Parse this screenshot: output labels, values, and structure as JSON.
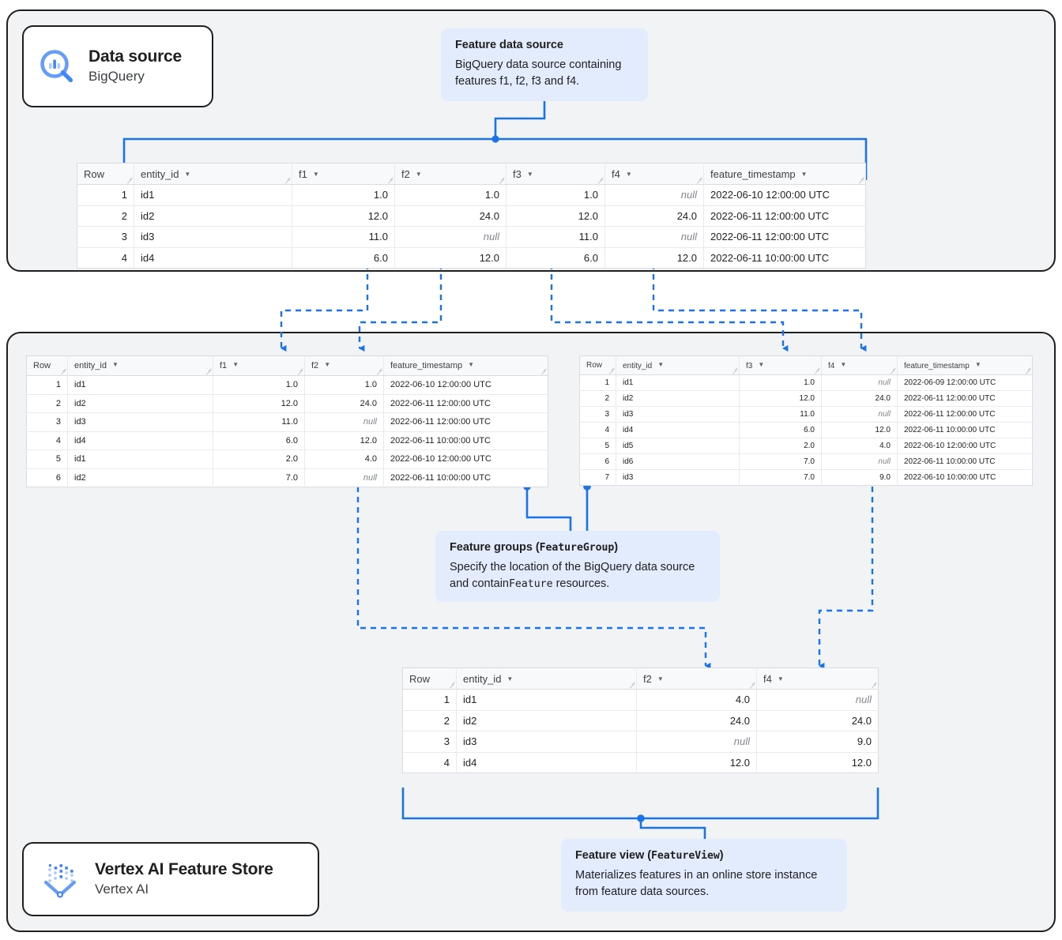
{
  "diagram": {
    "title": "Vertex AI Feature Store data model",
    "accent_color": "#1a73e8",
    "callout_bg": "#e3ecfd",
    "panel_bg": "#f1f3f4"
  },
  "sections": {
    "data_source": {
      "name": "Data source panel"
    },
    "feature_store": {
      "name": "Vertex AI Feature Store panel"
    }
  },
  "chips": [
    {
      "title": "Data source",
      "subtitle": "BigQuery",
      "icon": "bigquery-icon"
    },
    {
      "title": "Vertex AI Feature Store",
      "subtitle": "Vertex AI",
      "icon": "vertex-ai-feature-store-icon"
    }
  ],
  "callouts": {
    "feature_data_source": {
      "title": "Feature data source",
      "body": "BigQuery data source containing features f1, f2, f3 and f4."
    },
    "feature_groups": {
      "title_plain": "Feature groups (",
      "title_mono": "FeatureGroup",
      "title_close": ")",
      "body_a": "Specify the location of the BigQuery data source and contain",
      "body_mono": "Feature",
      "body_b": " resources."
    },
    "feature_view": {
      "title_plain": "Feature view (",
      "title_mono": "FeatureView",
      "title_close": ")",
      "body": "Materializes features in an online store instance from feature data sources."
    }
  },
  "tables": {
    "source": {
      "name": "feature-data-source-table",
      "columns": [
        "Row",
        "entity_id",
        "f1",
        "f2",
        "f3",
        "f4",
        "feature_timestamp"
      ],
      "rows": [
        [
          "1",
          "id1",
          "1.0",
          "1.0",
          "1.0",
          "null",
          "2022-06-10 12:00:00 UTC"
        ],
        [
          "2",
          "id2",
          "12.0",
          "24.0",
          "12.0",
          "24.0",
          "2022-06-11 12:00:00 UTC"
        ],
        [
          "3",
          "id3",
          "11.0",
          "null",
          "11.0",
          "null",
          "2022-06-11 12:00:00 UTC"
        ],
        [
          "4",
          "id4",
          "6.0",
          "12.0",
          "6.0",
          "12.0",
          "2022-06-11 10:00:00 UTC"
        ]
      ]
    },
    "feature_group_1": {
      "name": "feature-group-1-table",
      "columns": [
        "Row",
        "entity_id",
        "f1",
        "f2",
        "feature_timestamp"
      ],
      "rows": [
        [
          "1",
          "id1",
          "1.0",
          "1.0",
          "2022-06-10 12:00:00 UTC"
        ],
        [
          "2",
          "id2",
          "12.0",
          "24.0",
          "2022-06-11 12:00:00 UTC"
        ],
        [
          "3",
          "id3",
          "11.0",
          "null",
          "2022-06-11 12:00:00 UTC"
        ],
        [
          "4",
          "id4",
          "6.0",
          "12.0",
          "2022-06-11 10:00:00 UTC"
        ],
        [
          "5",
          "id1",
          "2.0",
          "4.0",
          "2022-06-10 12:00:00 UTC"
        ],
        [
          "6",
          "id2",
          "7.0",
          "null",
          "2022-06-11 10:00:00 UTC"
        ]
      ]
    },
    "feature_group_2": {
      "name": "feature-group-2-table",
      "columns": [
        "Row",
        "entity_id",
        "f3",
        "f4",
        "feature_timestamp"
      ],
      "rows": [
        [
          "1",
          "id1",
          "1.0",
          "null",
          "2022-06-09 12:00:00 UTC"
        ],
        [
          "2",
          "id2",
          "12.0",
          "24.0",
          "2022-06-11 12:00:00 UTC"
        ],
        [
          "3",
          "id3",
          "11.0",
          "null",
          "2022-06-11 12:00:00 UTC"
        ],
        [
          "4",
          "id4",
          "6.0",
          "12.0",
          "2022-06-11 10:00:00 UTC"
        ],
        [
          "5",
          "id5",
          "2.0",
          "4.0",
          "2022-06-10 12:00:00 UTC"
        ],
        [
          "6",
          "id6",
          "7.0",
          "null",
          "2022-06-11 10:00:00 UTC"
        ],
        [
          "7",
          "id3",
          "7.0",
          "9.0",
          "2022-06-10 10:00:00 UTC"
        ]
      ]
    },
    "feature_view": {
      "name": "feature-view-table",
      "columns": [
        "Row",
        "entity_id",
        "f2",
        "f4"
      ],
      "rows": [
        [
          "1",
          "id1",
          "4.0",
          "null"
        ],
        [
          "2",
          "id2",
          "24.0",
          "24.0"
        ],
        [
          "3",
          "id3",
          "null",
          "9.0"
        ],
        [
          "4",
          "id4",
          "12.0",
          "12.0"
        ]
      ]
    }
  }
}
